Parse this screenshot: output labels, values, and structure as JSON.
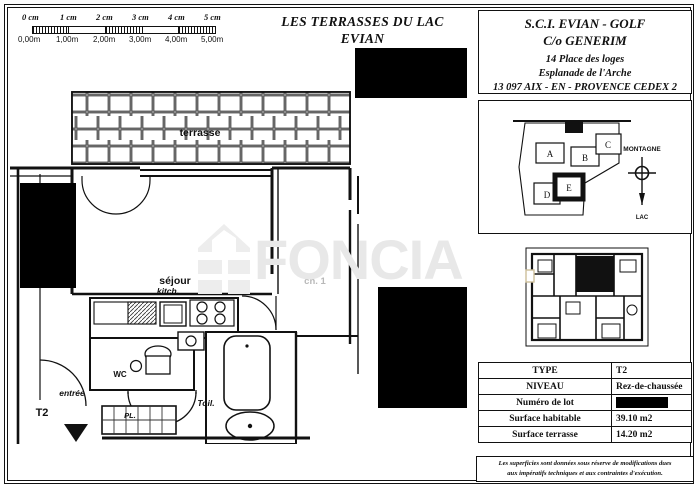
{
  "document": {
    "title_line1": "LES TERRASSES DU LAC",
    "title_line2": "EVIAN"
  },
  "scale_bar": {
    "cm_labels": [
      "0  cm",
      "1  cm",
      "2  cm",
      "3  cm",
      "4  cm",
      "5  cm"
    ],
    "metre_labels": [
      "0,00m",
      "1,00m",
      "2,00m",
      "3,00m",
      "4,00m",
      "5,00m"
    ]
  },
  "address": {
    "company": "S.C.I. EVIAN - GOLF",
    "care_of": "C/o GENERIM",
    "street": "14 Place des loges",
    "complement": "Esplanade de l'Arche",
    "city": "13 097 AIX - EN - PROVENCE CEDEX 2"
  },
  "site_plan": {
    "buildings": [
      "A",
      "B",
      "C",
      "D",
      "E"
    ],
    "highlighted_building": "E",
    "compass_top": "MONTAGNE",
    "compass_bottom": "LAC"
  },
  "floor_plan": {
    "rooms": [
      {
        "label": "terrasse"
      },
      {
        "label": "séjour"
      },
      {
        "label": "ch. 1"
      },
      {
        "label": "kitch."
      },
      {
        "label": "WC"
      },
      {
        "label": "entrée"
      },
      {
        "label": "PL."
      },
      {
        "label": "Toil."
      }
    ],
    "unit_marker": "T2"
  },
  "watermark": {
    "brand": "FONCIA"
  },
  "info_table": {
    "rows": [
      {
        "key": "TYPE",
        "value": "T2"
      },
      {
        "key": "NIVEAU",
        "value": "Rez-de-chaussée"
      },
      {
        "key": "Numéro de lot",
        "value": ""
      },
      {
        "key": "Surface habitable",
        "value": "39.10 m2"
      },
      {
        "key": "Surface terrasse",
        "value": "14.20 m2"
      }
    ]
  },
  "footer_note": {
    "line1": "Les superficies  sont données sous réserve de modifications dues",
    "line2": "aux impératifs techniques et aux contraintes d'exécution."
  }
}
